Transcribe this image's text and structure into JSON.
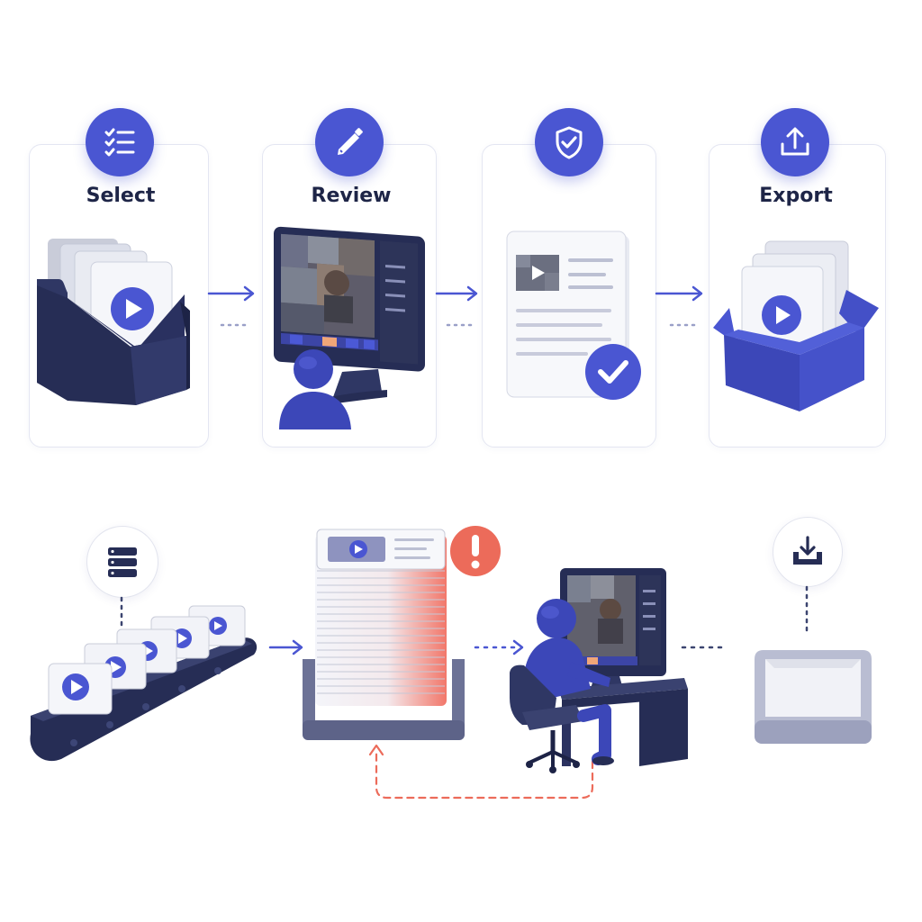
{
  "steps": [
    {
      "label": "Select",
      "icon": "checklist-icon"
    },
    {
      "label": "Review",
      "icon": "pencil-icon"
    },
    {
      "label": "",
      "icon": "shield-check-icon"
    },
    {
      "label": "Export",
      "icon": "upload-icon"
    }
  ],
  "bottom_flow": {
    "icons": [
      "database-icon",
      "alert-icon",
      "download-tray-icon"
    ]
  },
  "colors": {
    "accent": "#4a56d2",
    "navy": "#262d55",
    "alert": "#ec6b5a",
    "card_border": "#e4e6f2",
    "grey": "#8e93ad"
  }
}
